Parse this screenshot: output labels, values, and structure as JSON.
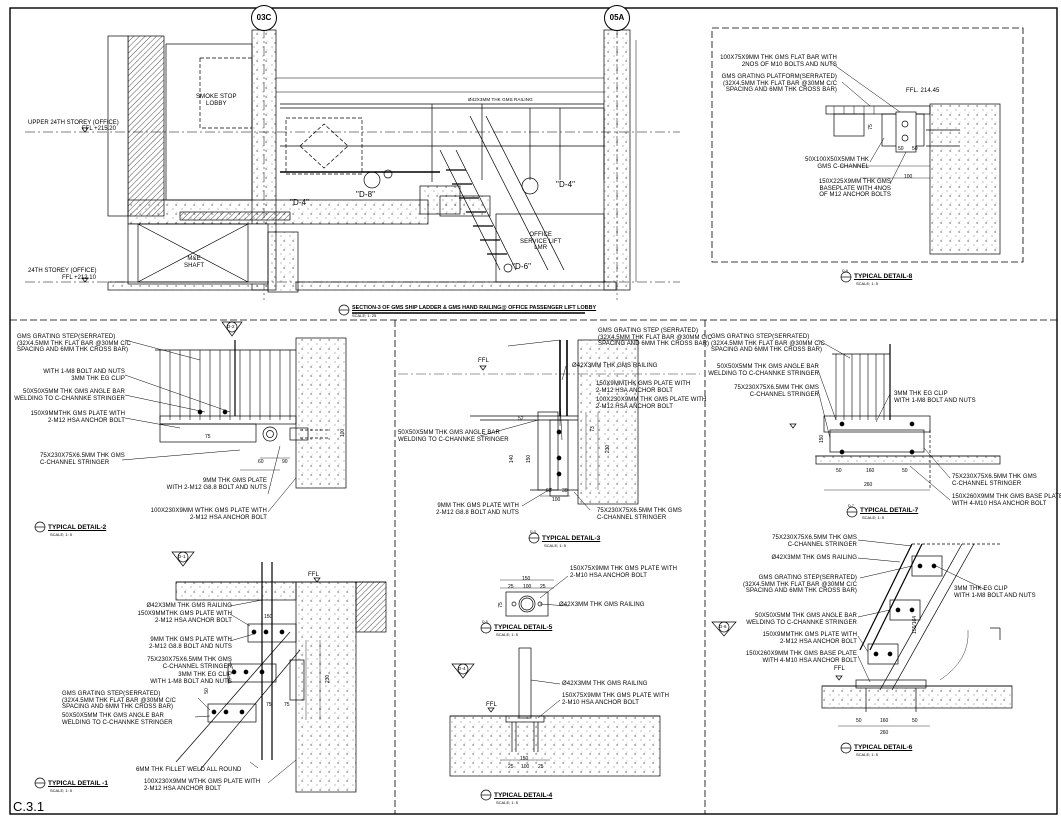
{
  "sheet": {
    "number": "C.3.1"
  },
  "gridlines": [
    "03C",
    "05A"
  ],
  "section": {
    "title": "SECTION-3 OF GMS SHIP LADDER & GMS HAND RAILING@ OFFICE PASSENGER LIFT LOBBY",
    "scale": "SCALE; 1: 25",
    "levels": {
      "upper": "UPPER 24TH STOREY (OFFICE)",
      "upper_ffl": "FFL +215.20",
      "lower": "24TH STOREY (OFFICE)",
      "lower_ffl": "FFL +212.10"
    },
    "rooms": {
      "smoke": "SMOKE STOP\nLOBBY",
      "shaft": "M&E\nSHAFT",
      "lmr": "OFFICE\nSERVICE LIFT\nLMR"
    },
    "callouts": [
      "\"D-4\"",
      "\"D-8\"",
      "\"D-4\"",
      "\"D-6\""
    ],
    "railing": "Ø42X3MM THK GMS RAILING"
  },
  "detail8": {
    "title": "TYPICAL DETAIL-8",
    "tag": "D-8",
    "scale": "SCALE; 1: 5",
    "ffl": "FFL. 214.45",
    "notes": [
      "100X75X9MM THK GMS FLAT BAR WITH\n2NOS OF M10 BOLTS AND NUTS",
      "GMS GRATING PLATFORM(SERRATED)\n(32X4.5MM THK FLAT BAR @30MM C/C\nSPACING AND 6MM THK CROSS BAR)",
      "50X100X50X5MM THK\nGMS C-CHANNEL",
      "150X225X9MM THK GMS\nBASEPLATE WITH 4NOS\nOF M12 ANCHOR BOLTS"
    ]
  },
  "detail2": {
    "title": "TYPICAL DETAIL-2",
    "tag": "D-2",
    "scale": "SCALE; 1: 5",
    "notes": [
      "GMS GRATING STEP(SERRATED)\n(32X4.5MM THK FLAT BAR @30MM C/C\nSPACING AND 6MM THK CROSS BAR)",
      "WITH 1-M8 BOLT AND NUTS\n3MM THK EG CLIP",
      "50X50X5MM THK GMS ANGLE BAR\nWELDING TO C-CHANNKE STRINGER",
      "150X9MMTHK GMS PLATE WITH\n2-M12 HSA ANCHOR BOLT",
      "75X230X75X6.5MM THK GMS\nC-CHANNEL STRINGER",
      "9MM THK GMS PLATE\nWITH 2-M12 G8.8 BOLT AND NUTS",
      "100X230X9MM WTHK GMS PLATE WITH\n2-M12 HSA ANCHOR BOLT"
    ]
  },
  "detail3": {
    "title": "TYPICAL DETAIL-3",
    "tag": "D-3",
    "scale": "SCALE; 1: 5",
    "ffl": "FFL",
    "notes": [
      "GMS GRATING STEP (SERRATED)\n(32X4.5MM THK FLAT BAR @30MM C/C\nSPACING AND 6MM THK CROSS BAR)",
      "Ø42X3MM THK GMS RAILING",
      "150X9MMTHK GMS PLATE WITH\n2-M12 HSA ANCHOR BOLT",
      "100X230X9MM THK GMS PLATE WITH\n2-M12 HSA ANCHOR BOLT",
      "50X50X5MM THK GMS ANGLE BAR\nWELDING TO C-CHANNKE STRINGER",
      "9MM THK GMS PLATE WITH\n2-M12 G8.8 BOLT AND NUTS",
      "75X230X75X6.5MM THK GMS\nC-CHANNEL STRINGER"
    ]
  },
  "detail7": {
    "title": "TYPICAL DETAIL-7",
    "tag": "D-7",
    "scale": "SCALE; 1: 5",
    "notes": [
      "GMS GRATING STEP(SERRATED)\n(32X4.5MM THK FLAT BAR @30MM C/C\nSPACING AND 6MM THK CROSS BAR)",
      "50X50X5MM THK GMS ANGLE BAR\nWELDING TO C-CHANNKE STRINGER",
      "75X230X75X6.5MM THK GMS\nC-CHANNEL STRINGER",
      "3MM THK EG CLIP\nWITH 1-M8 BOLT AND NUTS",
      "75X230X75X6.5MM THK GMS\nC-CHANNEL STRINGER",
      "150X260X9MM THK GMS BASE PLATE\nWITH 4-M10 HSA ANCHOR BOLT"
    ]
  },
  "detail5": {
    "title": "TYPICAL DETAIL-5",
    "tag": "D-5",
    "scale": "SCALE; 1: 5",
    "notes": [
      "150X75X9MM THK GMS PLATE WITH\n2-M10 HSA ANCHOR BOLT",
      "Ø42X3MM THK GMS RAILING"
    ]
  },
  "detail1": {
    "title": "TYPICAL DETAIL -1",
    "tag": "D-1",
    "scale": "SCALE; 1: 5",
    "ffl": "FFL",
    "notes": [
      "Ø42X3MM THK GMS RAILING",
      "150X9MMTHK GMS PLATE WITH\n2-M12 HSA ANCHOR BOLT",
      "9MM THK GMS PLATE WITH\n2-M12 G8.8 BOLT AND NUTS",
      "75X230X75X6.5MM THK GMS\nC-CHANNEL STRINGER",
      "3MM THK EG CLIP\nWITH 1-M8 BOLT AND NUTS",
      "GMS GRATING STEP(SERRATED)\n(32X4.5MM THK FLAT BAR @30MM C/C\nSPACING AND 6MM THK CROSS BAR)",
      "50X50X5MM THK GMS ANGLE BAR\nWELDING TO C-CHANNKE STRINGER",
      "6MM THK FILLET WELD ALL ROUND",
      "100X230X9MM WTHK GMS PLATE WITH\n2-M12 HSA ANCHOR BOLT"
    ]
  },
  "detail4": {
    "title": "TYPICAL DETAIL-4",
    "tag": "D-4",
    "scale": "SCALE; 1: 5",
    "ffl": "FFL",
    "notes": [
      "Ø42X3MM THK GMS RAILING",
      "150X75X9MM THK GMS PLATE WITH\n2-M10 HSA ANCHOR BOLT"
    ]
  },
  "detail6": {
    "title": "TYPICAL DETAIL-6",
    "tag": "D-6",
    "scale": "SCALE; 1: 5",
    "ffl": "FFL",
    "notes": [
      "75X230X75X6.5MM THK GMS\nC-CHANNEL STRINGER",
      "Ø42X3MM THK GMS RAILING",
      "GMS GRATING STEP(SERRATED)\n(32X4.5MM THK FLAT BAR @30MM C/C\nSPACING AND 6MM THK CROSS BAR)",
      "3MM THK EG CLIP\nWITH 1-M8 BOLT AND NUTS",
      "50X50X5MM THK GMS ANGLE BAR\nWELDING TO C-CHANNKE STRINGER",
      "150X9MMTHK GMS PLATE WITH\n2-M12 HSA ANCHOR BOLT",
      "150X260X9MM THK GMS BASE PLATE\nWITH 4-M10 HSA ANCHOR BOLT"
    ]
  },
  "dims": {
    "d2": [
      "60",
      "90",
      "75",
      "100"
    ],
    "d3": [
      "52",
      "140",
      "150",
      "73",
      "230",
      "63",
      "30",
      "100"
    ],
    "d5": [
      "150",
      "25",
      "100",
      "25",
      "75"
    ],
    "d7": [
      "150",
      "50",
      "160",
      "50",
      "260"
    ],
    "d1": [
      "150",
      "75",
      "75",
      "50",
      "230"
    ],
    "d4": [
      "150",
      "25",
      "100",
      "25"
    ],
    "d6": [
      "50",
      "160",
      "50",
      "260",
      "155/164"
    ],
    "d8": [
      "50",
      "50",
      "100",
      "75"
    ]
  }
}
